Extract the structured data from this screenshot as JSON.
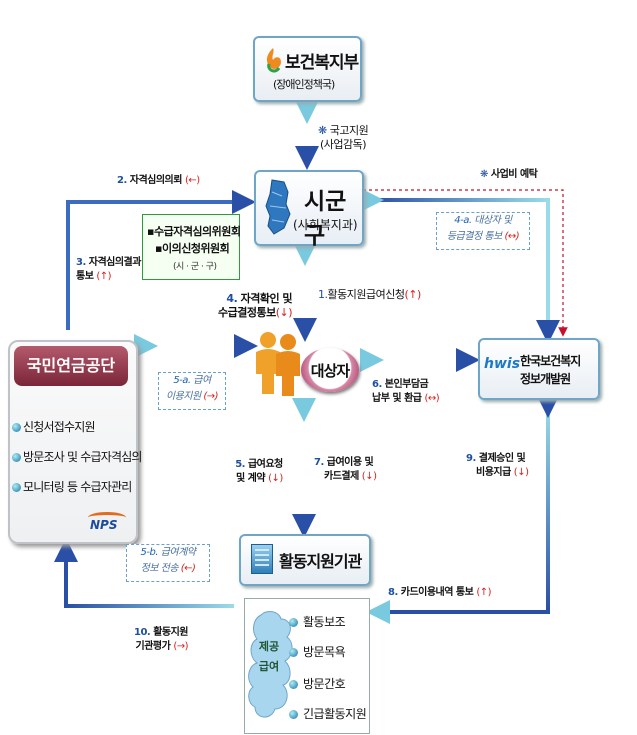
{
  "nodes": {
    "mohw": {
      "name": "보건복지부",
      "sub": "(장애인정책국)"
    },
    "sigungu": {
      "name": "시군구",
      "sub": "(사회복지과)"
    },
    "committee": {
      "line1": "▪수급자격심의위원회",
      "line2": "▪이의신청위원회",
      "line3": "(시 · 군 · 구)"
    },
    "nps": {
      "title": "국민연금공단",
      "items": [
        "신청서접수지원",
        "방문조사 및 수급자격심의",
        "모니터링 등 수급자관리"
      ],
      "logo": "NPS"
    },
    "kdis": {
      "logo": "hwis",
      "name_line1": "한국보건복지",
      "name_line2": "정보개발원"
    },
    "target": {
      "name": "대상자"
    },
    "agency": {
      "name": "활동지원기관"
    },
    "service": {
      "cloud_label_1": "제공",
      "cloud_label_2": "급여",
      "items": [
        "활동보조",
        "방문목욕",
        "방문간호",
        "긴급활동지원"
      ]
    }
  },
  "flows": {
    "gov_support": {
      "line1": "국고지원",
      "line2": "(사업감독)",
      "mark": "❋"
    },
    "budget": {
      "mark": "❋",
      "text": "사업비 예탁"
    },
    "f1": {
      "num": "1.",
      "text": "활동지원급여신청",
      "dir": "(↑)"
    },
    "f2": {
      "num": "2.",
      "text": "자격심의의뢰",
      "dir": "(←)"
    },
    "f3": {
      "num": "3.",
      "line1": "자격심의결과",
      "line2": "통보",
      "dir": "(↑)"
    },
    "f4": {
      "num": "4.",
      "line1": "자격확인 및",
      "line2": "수급결정통보",
      "dir": "(↓)"
    },
    "f4a": {
      "num": "4-a.",
      "line1": "대상자 및",
      "line2": "등급결정 통보",
      "dir": "(↔)"
    },
    "f5": {
      "num": "5.",
      "line1": "급여요청",
      "line2": "및 계약",
      "dir": "(↓)"
    },
    "f5a": {
      "num": "5-a.",
      "line1": "급여",
      "line2": "이용지원",
      "dir": "(→)"
    },
    "f5b": {
      "num": "5-b.",
      "line1": "급여계약",
      "line2": "정보 전송",
      "dir": "(←)"
    },
    "f6": {
      "num": "6.",
      "line1": "본인부담금",
      "line2": "납부 및 환급",
      "dir": "(↔)"
    },
    "f7": {
      "num": "7.",
      "line1": "급여이용 및",
      "line2": "카드결제",
      "dir": "(↓)"
    },
    "f8": {
      "num": "8.",
      "text": "카드이용내역 통보",
      "dir": "(↑)"
    },
    "f9": {
      "num": "9.",
      "line1": "결제승인 및",
      "line2": "비용지급",
      "dir": "(↓)"
    },
    "f10": {
      "num": "10.",
      "line1": "활동지원",
      "line2": "기관평가",
      "dir": "(→)"
    }
  },
  "colors": {
    "arrow_dark": "#2a4fa6",
    "arrow_light": "#8fd8e6",
    "number": "#1e50a0",
    "direction": "#d8201c",
    "nps_header": "#7a2539",
    "budget_line": "#c8102e"
  }
}
